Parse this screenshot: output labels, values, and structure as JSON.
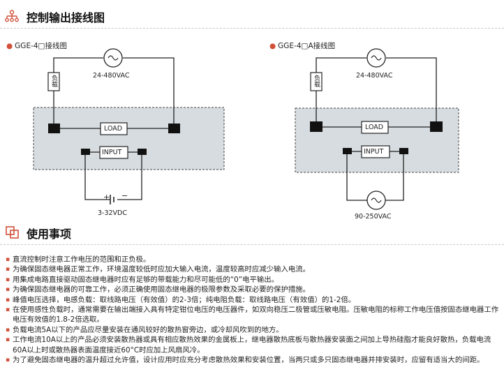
{
  "section1": {
    "title": "控制输出接线图",
    "icon": "wiring-diagram-icon"
  },
  "diagram_left": {
    "caption": "GGE-4□接线图",
    "source_label": "24-480VAC",
    "load_side_label": "负载",
    "load_box": "LOAD",
    "input_box": "INPUT",
    "plus": "+",
    "minus": "−",
    "dc_label": "3-32VDC"
  },
  "diagram_right": {
    "caption": "GGE-4□A接线图",
    "source_label": "24-480VAC",
    "load_side_label": "负载",
    "load_box": "LOAD",
    "input_box": "INPUT",
    "ac_input_label": "90-250VAC"
  },
  "section2": {
    "title": "使用事项",
    "icon": "usage-notes-icon"
  },
  "notes": [
    "直流控制时注意工作电压的范围和正负极。",
    "为确保固态继电器正常工作，环境温度较低时应加大输入电流，温度较高时应减少输入电流。",
    "用集成电路直接驱动固态继电器时应有足够的带载能力和尽可能低的“0”电平输出。",
    "为确保固态继电器的可靠工作，必须正确使用固态继电器的极限参数及采取必要的保护措施。",
    "峰值电压选择，电感负载：取线路电压（有效值）的2-3倍；纯电阻负载：取线路电压（有效值）的1-2倍。",
    "在使用感性负载时，通常需要在输出端接入具有特定钳位电压的电压器件，如双向稳压二极管或压敏电阻。压敏电阻的标称工作电压值按固态继电器工作电压有效值的1.8-2倍选取。",
    "负载电流5A以下的产品应尽量安装在通风较好的散热窗旁边，或冷却风吹到的地方。",
    "工作电流10A以上的产品必须安装散热器或具有相应散热效果的金属板上，继电器散热底板与散热器安装面之间加上导热硅脂才能良好散热，负载电流60A以上时或散热器表面温度接近60°C时应加上风扇风冷。",
    "为了避免固态继电器的温升超过允许值，设计应用时应充分考虑散热效果和安装位置，当两只或多只固态继电器并排安装时，应留有适当大的间距。"
  ]
}
